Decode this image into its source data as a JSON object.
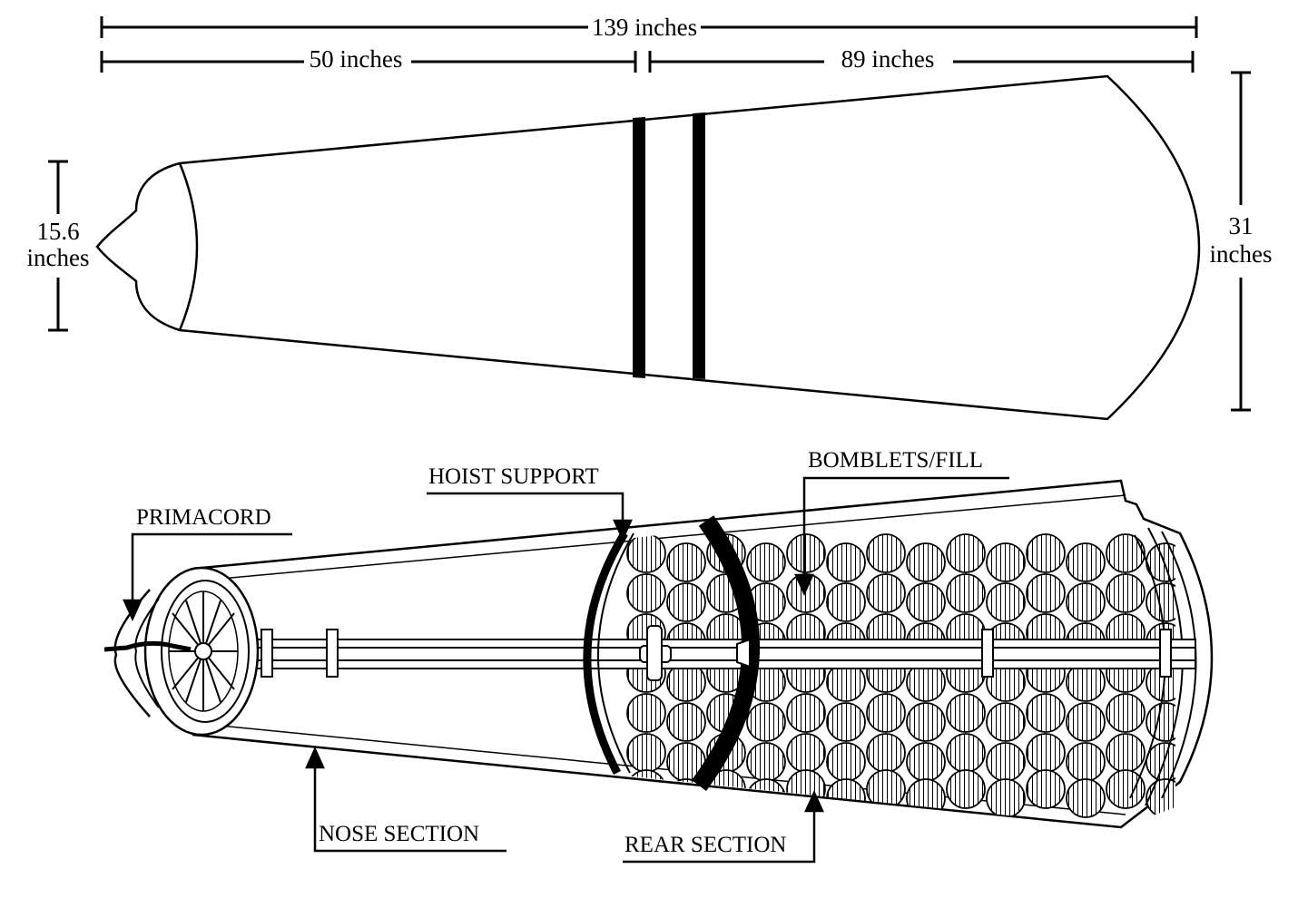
{
  "dimensions": {
    "total_length": "139 inches",
    "nose_length": "50 inches",
    "rear_length": "89 inches",
    "nose_diameter": [
      "15.6",
      "inches"
    ],
    "rear_diameter": [
      "31",
      "inches"
    ]
  },
  "callouts": {
    "primacord": "PRIMACORD",
    "hoist_support": "HOIST SUPPORT",
    "bomblets_fill": "BOMBLETS/FILL",
    "nose_section": "NOSE SECTION",
    "rear_section": "REAR SECTION"
  }
}
